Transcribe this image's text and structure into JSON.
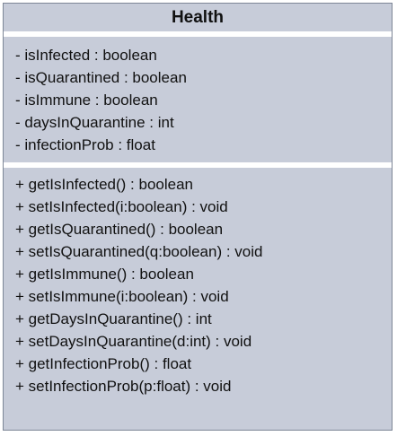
{
  "class_name": "Health",
  "attributes": [
    "- isInfected : boolean",
    "- isQuarantined : boolean",
    "- isImmune : boolean",
    "- daysInQuarantine : int",
    "- infectionProb : float"
  ],
  "operations": [
    "+ getIsInfected() : boolean",
    "+ setIsInfected(i:boolean) : void",
    "+ getIsQuarantined() : boolean",
    "+ setIsQuarantined(q:boolean) : void",
    "+ getIsImmune() : boolean",
    "+ setIsImmune(i:boolean) : void",
    "+ getDaysInQuarantine() : int",
    "+ setDaysInQuarantine(d:int) : void",
    "+ getInfectionProb() : float",
    "+ setInfectionProb(p:float) : void"
  ],
  "colors": {
    "box_fill": "#c7ccd9",
    "box_border": "#7d8696",
    "divider": "#ffffff",
    "text": "#111111"
  }
}
